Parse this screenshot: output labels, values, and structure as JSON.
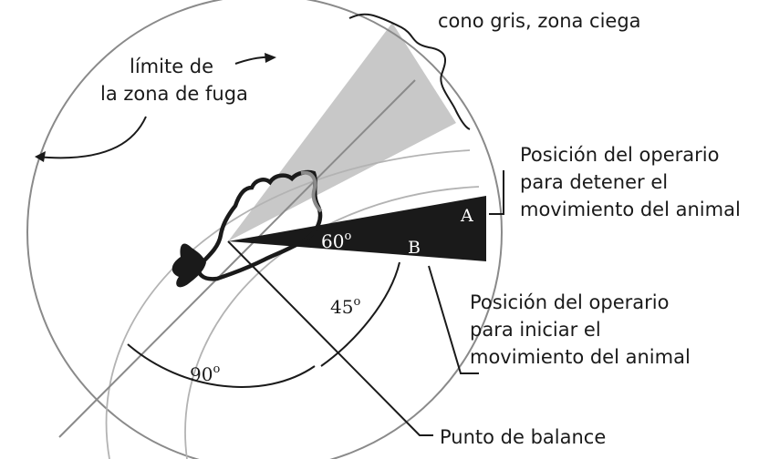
{
  "labels": {
    "flight_zone_line1": "límite de",
    "flight_zone_line2": "la zona de fuga",
    "blind_zone": "cono gris, zona ciega",
    "stop_line1": "Posición del operario",
    "stop_line2": "para detener el",
    "stop_line3": "movimiento del animal",
    "start_line1": "Posición del operario",
    "start_line2": "para iniciar el",
    "start_line3": "movimiento del animal",
    "balance_point": "Punto de balance",
    "point_a": "A",
    "point_b": "B"
  },
  "angles": {
    "a60": "60",
    "a45": "45",
    "a90": "90",
    "degree_mark": "o"
  },
  "colors": {
    "blind_cone": "#c8c8c8",
    "wedge": "#1a1a1a",
    "circle": "#8a8a8a",
    "arc": "#b3b3b3"
  }
}
